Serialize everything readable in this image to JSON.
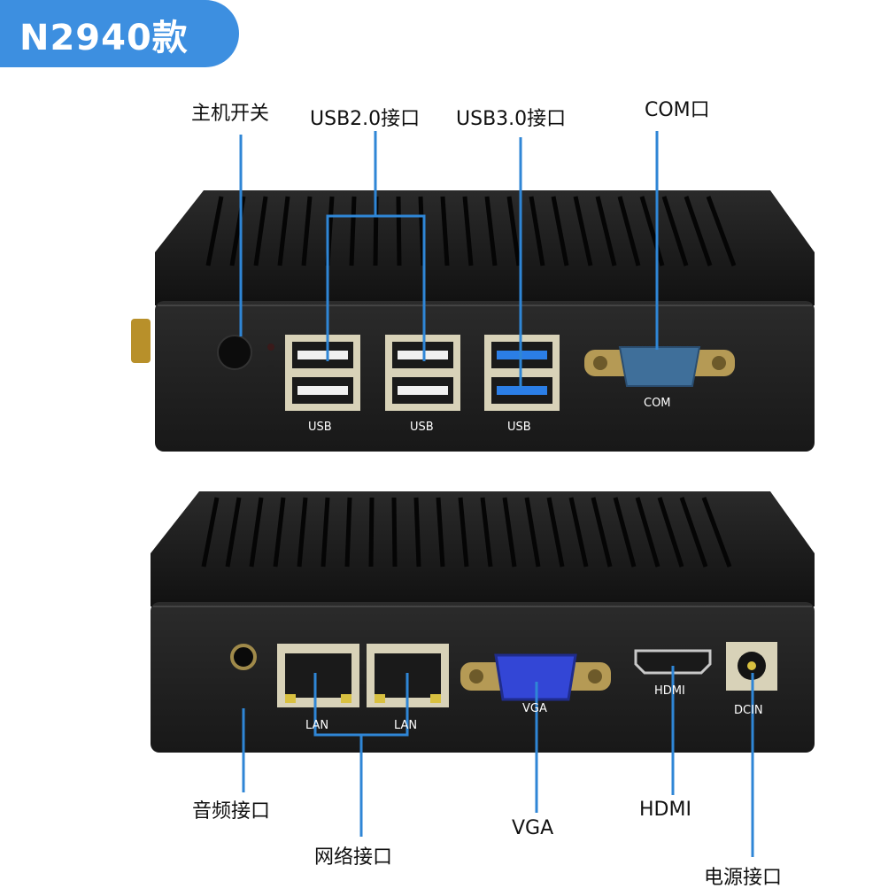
{
  "badge": {
    "title": "N2940款"
  },
  "callouts": {
    "power_switch": "主机开关",
    "usb2": "USB2.0接口",
    "usb3": "USB3.0接口",
    "com": "COM口",
    "audio": "音频接口",
    "network": "网络接口",
    "vga": "VGA",
    "hdmi": "HDMI",
    "power_jack": "电源接口"
  },
  "front_ports": {
    "usb1": "USB",
    "usb2": "USB",
    "usb3": "USB",
    "com": "COM"
  },
  "back_ports": {
    "lan1": "LAN",
    "lan2": "LAN",
    "vga": "VGA",
    "hdmi": "HDMI",
    "dcin": "DCIN"
  },
  "colors": {
    "accent": "#3d8fe0",
    "line": "#2f86d6",
    "body": "#1f1f1f",
    "usb3": "#2b7ee6",
    "vga": "#3346d6",
    "com": "#3f6f9a"
  }
}
